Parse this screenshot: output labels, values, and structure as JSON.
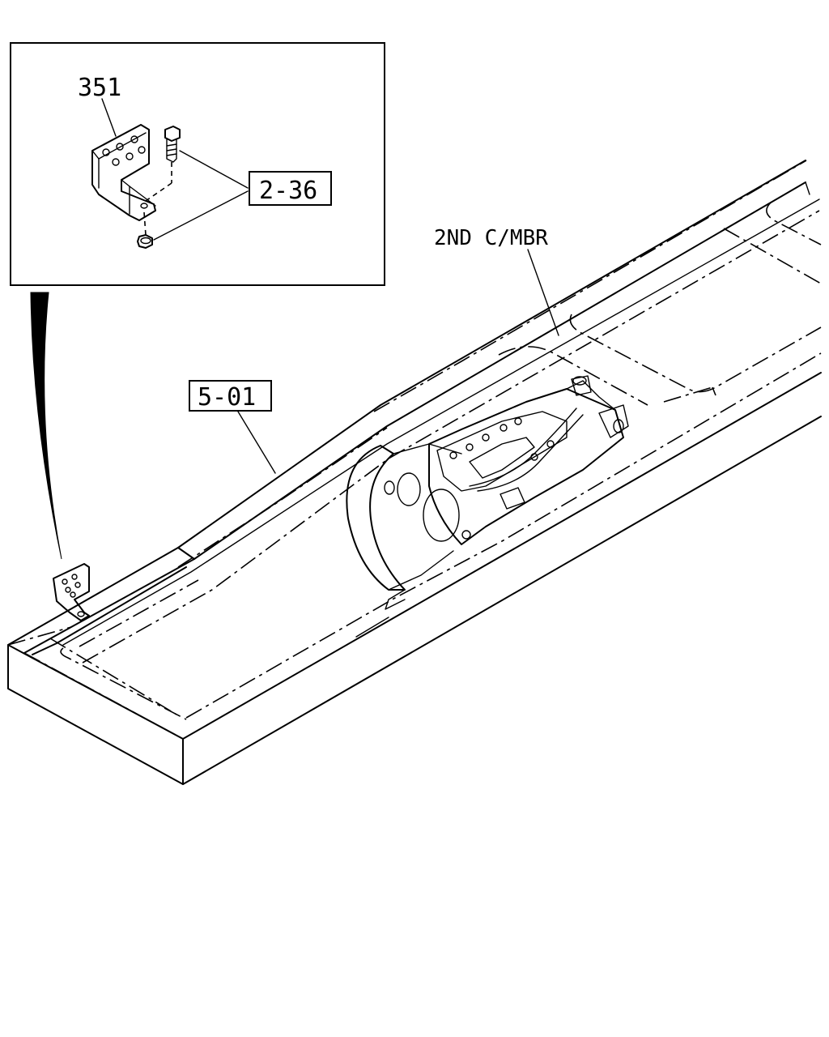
{
  "labels": {
    "part_351": "351",
    "ref_2_36": "2-36",
    "ref_5_01": "5-01",
    "second_crossmember": "2ND C/MBR"
  },
  "colors": {
    "ink": "#000000",
    "background": "#ffffff"
  }
}
